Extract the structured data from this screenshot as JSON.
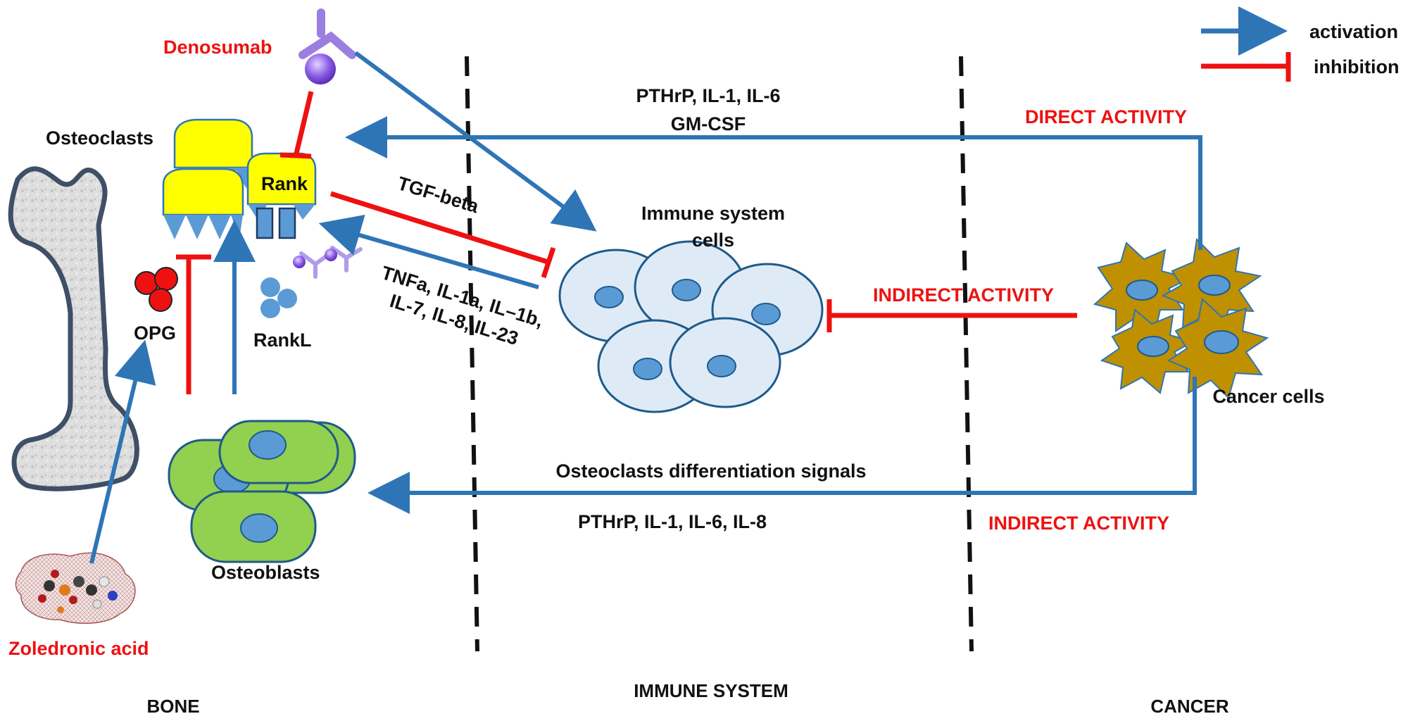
{
  "legend": {
    "activation": "activation",
    "inhibition": "inhibition"
  },
  "drugs": {
    "denosumab": "Denosumab",
    "zoledronic_acid": "Zoledronic acid"
  },
  "cells": {
    "osteoclasts": "Osteoclasts",
    "rank": "Rank",
    "opg": "OPG",
    "rankl": "RankL",
    "osteoblasts": "Osteoblasts",
    "immune_line1": "Immune system",
    "immune_line2": "cells",
    "cancer": "Cancer cells"
  },
  "signals": {
    "direct_line1": "PTHrP, IL-1, IL-6",
    "direct_line2": "GM-CSF",
    "direct_activity": "DIRECT ACTIVITY",
    "tgf_beta": "TGF-beta",
    "tnf_line1": "TNFa, IL-1a, IL–1b,",
    "tnf_line2": "IL-7, IL-8, IL-23",
    "indirect_activity_immune": "INDIRECT ACTIVITY",
    "osteoclast_diff": "Osteoclasts differentiation signals",
    "bottom_signals": "PTHrP, IL-1, IL-6, IL-8",
    "indirect_activity_bone": "INDIRECT ACTIVITY"
  },
  "regions": {
    "bone": "BONE",
    "immune_system": "IMMUNE SYSTEM",
    "cancer": "CANCER"
  },
  "colors": {
    "activation": "#2e75b6",
    "inhibition": "#ee1111",
    "osteoclast": "#ffff00",
    "osteoblast": "#92d050",
    "nucleus": "#5b9bd5",
    "immune_cell": "#deebf7",
    "cancer_cell": "#bf9000",
    "opg": "#ee1111",
    "bone": "#d9d9d9"
  }
}
